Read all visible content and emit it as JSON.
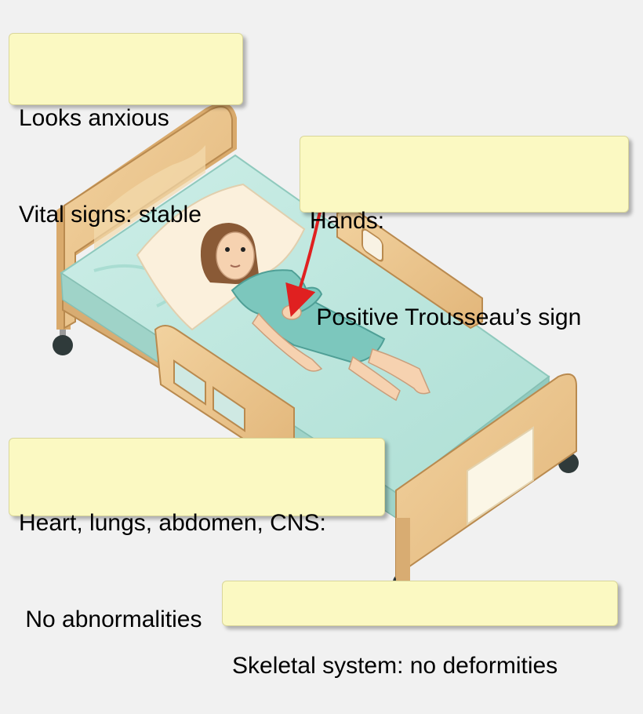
{
  "callouts": {
    "general": {
      "line1": "Looks anxious",
      "line2": "Vital signs: stable"
    },
    "hands": {
      "line1": "Hands:",
      "line2": " Positive Trousseau’s sign"
    },
    "systems": {
      "line1": "Heart, lungs, abdomen, CNS:",
      "line2": " No abnormalities"
    },
    "skeletal": {
      "line1": "Skeletal system: no deformities"
    }
  },
  "colors": {
    "background": "#f1f1f1",
    "callout_fill": "#fbf9c2",
    "bed_wood": "#e9c48d",
    "mattress": "#bfe6de",
    "gown": "#7cc7bd",
    "skin": "#f6d2b0",
    "hair": "#8a5a36",
    "arrow": "#e02020"
  },
  "icons": {
    "bed": "hospital-bed-icon",
    "patient": "patient-icon",
    "pointer": "red-pointer-arrow"
  }
}
